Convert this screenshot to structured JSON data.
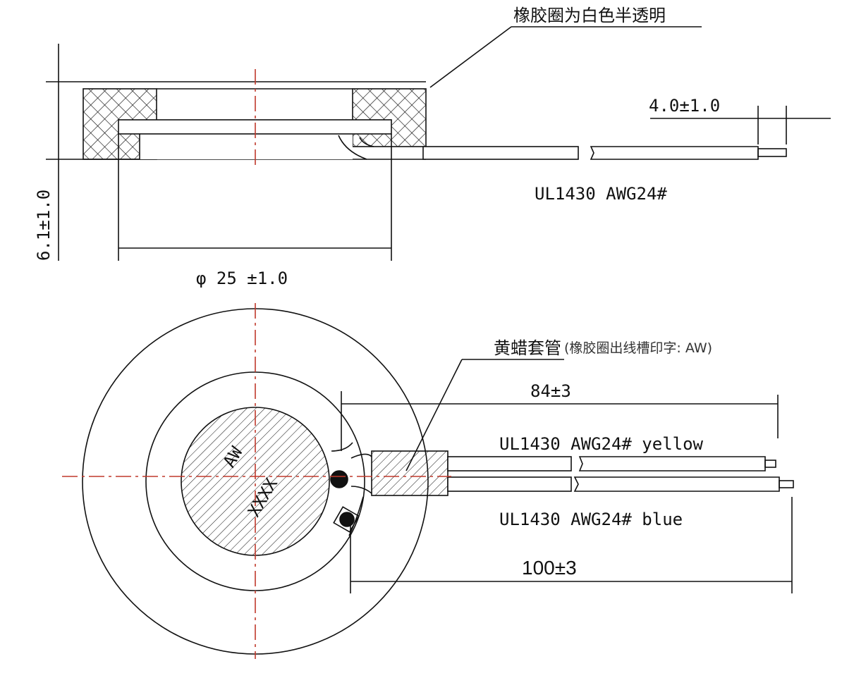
{
  "colors": {
    "line": "#111111",
    "centerline": "#c0392b"
  },
  "side_view": {
    "material_note": "橡胶圈为白色半透明",
    "strip_length": "4.0±1.0",
    "wire_spec": "UL1430  AWG24#",
    "height": "6.1±1.0",
    "diameter": "φ 25 ±1.0"
  },
  "top_view": {
    "sleeve_note": "黄蜡套管",
    "sleeve_note_detail": "(橡胶圈出线槽印字: AW)",
    "length_yellow": "84±3",
    "length_blue": "100±3",
    "wire_yellow": "UL1430  AWG24# yellow",
    "wire_blue": "UL1430  AWG24#  blue",
    "marking_1": "AW",
    "marking_2": "XXXX"
  }
}
